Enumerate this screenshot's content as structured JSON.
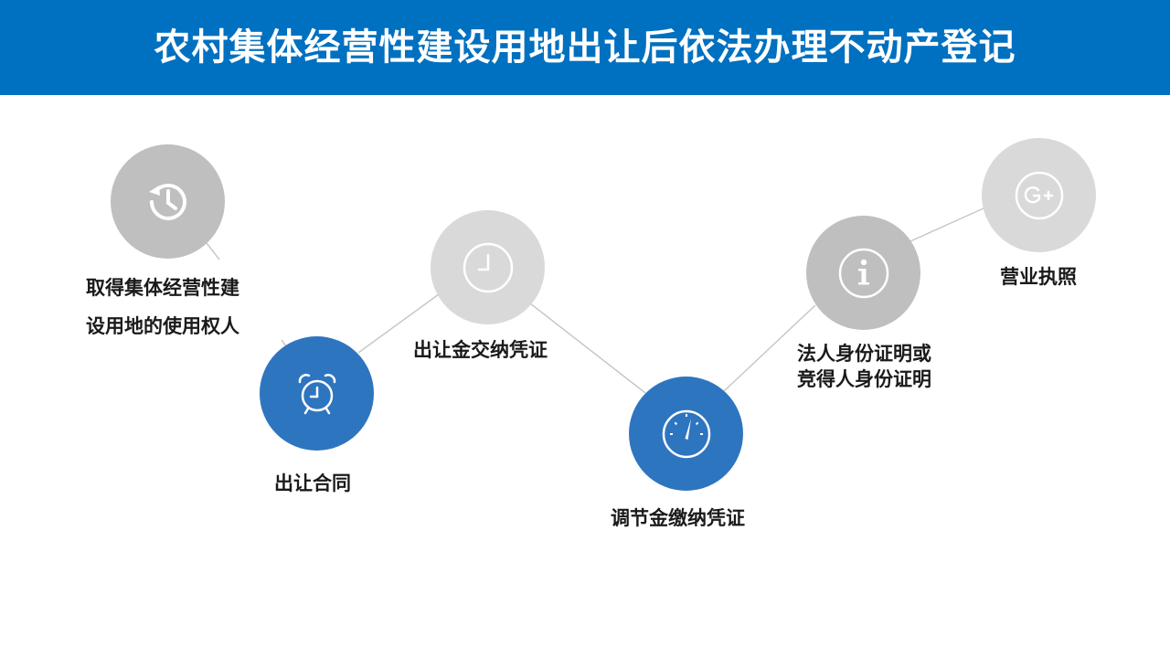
{
  "title": "农村集体经营性建设用地出让后依法办理不动产登记",
  "colors": {
    "header": "#0070c0",
    "accent": "#2e75c0",
    "gray_dark": "#bfbfbf",
    "gray_light": "#d9d9d9",
    "connector": "#c8c8c8"
  },
  "steps": [
    {
      "icon": "history-icon",
      "label_lines": [
        "取得集体经营性建",
        "设用地的使用权人"
      ]
    },
    {
      "icon": "alarm-clock-icon",
      "label_lines": [
        "出让合同"
      ]
    },
    {
      "icon": "clock-icon",
      "label_lines": [
        "出让金交纳凭证"
      ]
    },
    {
      "icon": "gauge-icon",
      "label_lines": [
        "调节金缴纳凭证"
      ]
    },
    {
      "icon": "info-icon",
      "label_lines": [
        "法人身份证明或",
        "竞得人身份证明"
      ]
    },
    {
      "icon": "google-plus-icon",
      "label_lines": [
        "营业执照"
      ]
    }
  ]
}
